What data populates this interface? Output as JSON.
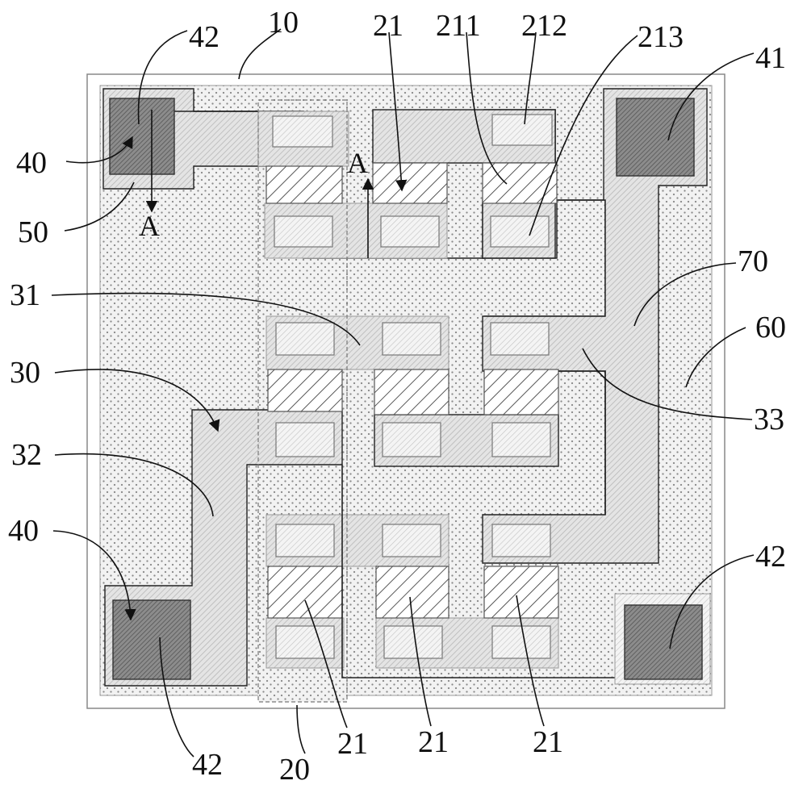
{
  "diagram": {
    "labels": {
      "l10": "10",
      "l20": "20",
      "l21_top": "21",
      "l21_b1": "21",
      "l21_b2": "21",
      "l21_b3": "21",
      "l211": "211",
      "l212": "212",
      "l213": "213",
      "l30": "30",
      "l31": "31",
      "l32": "32",
      "l33": "33",
      "l40_top": "40",
      "l40_bot": "40",
      "l41": "41",
      "l42_tl": "42",
      "l42_br": "42",
      "l42_bl": "42",
      "l50": "50",
      "l60": "60",
      "l70": "70",
      "section_a_left": "A",
      "section_a_right": "A"
    }
  }
}
